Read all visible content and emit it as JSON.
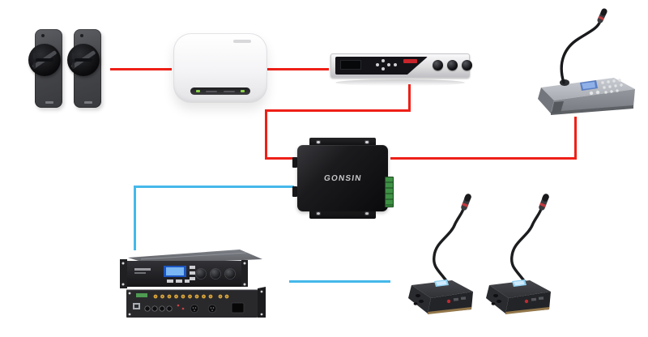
{
  "page": {
    "kind": "system-connection-diagram",
    "background": "#ffffff"
  },
  "brand": {
    "center_box_label": "GONSIN"
  },
  "links": {
    "red": "#ee2018",
    "blue": "#45b8ea"
  },
  "nodes": [
    {
      "id": "wireless-handheld-unit-1",
      "kind": "handheld-receiver"
    },
    {
      "id": "wireless-handheld-unit-2",
      "kind": "handheld-receiver"
    },
    {
      "id": "wireless-access-point",
      "kind": "access-point"
    },
    {
      "id": "audio-processor-1u",
      "kind": "rack-processor"
    },
    {
      "id": "paging-console",
      "kind": "gooseneck-console"
    },
    {
      "id": "gonsin-interface-box",
      "kind": "converter-box",
      "label": "GONSIN"
    },
    {
      "id": "conference-main-unit",
      "kind": "rack-stack-front-and-rear"
    },
    {
      "id": "delegate-microphone-1",
      "kind": "gooseneck-conference-microphone"
    },
    {
      "id": "delegate-microphone-2",
      "kind": "gooseneck-conference-microphone"
    }
  ],
  "connections": [
    {
      "from": "wireless-handheld-units",
      "to": "wireless-access-point",
      "color": "red"
    },
    {
      "from": "wireless-access-point",
      "to": "audio-processor-1u",
      "color": "red"
    },
    {
      "from": "audio-processor-1u",
      "to": "gonsin-interface-box",
      "color": "red"
    },
    {
      "from": "gonsin-interface-box",
      "to": "paging-console",
      "color": "red"
    },
    {
      "from": "gonsin-interface-box",
      "to": "conference-main-unit",
      "color": "blue"
    },
    {
      "from": "conference-main-unit",
      "to": "delegate-microphones",
      "color": "blue"
    }
  ]
}
